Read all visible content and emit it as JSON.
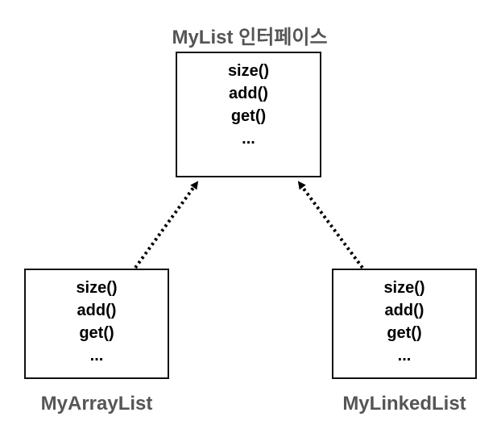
{
  "interface": {
    "title": "MyList 인터페이스",
    "methods": [
      "size()",
      "add()",
      "get()",
      "..."
    ]
  },
  "implementations": [
    {
      "title": "MyArrayList",
      "methods": [
        "size()",
        "add()",
        "get()",
        "..."
      ]
    },
    {
      "title": "MyLinkedList",
      "methods": [
        "size()",
        "add()",
        "get()",
        "..."
      ]
    }
  ],
  "colors": {
    "title": "#555555",
    "border": "#111111",
    "text": "#000000"
  }
}
